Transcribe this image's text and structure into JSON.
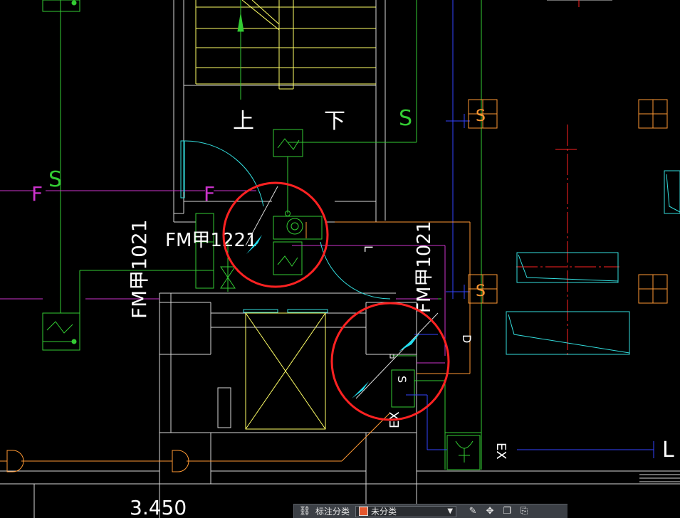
{
  "drawing": {
    "door_left_label": "FM甲1021",
    "door_mid_label": "FM甲1221",
    "door_right_label": "FM甲1021",
    "stair_up": "上",
    "stair_down": "下",
    "elevation": "3.450",
    "pipe_s": "S",
    "pipe_f": "F",
    "pipe_d": "D",
    "pipe_ex": "EX",
    "pipe_l": "L",
    "corner_mark": "L"
  },
  "toolbar": {
    "category_label": "标注分类",
    "category_value": "未分类",
    "swatch_color": "#e4572e"
  },
  "colors": {
    "background": "#000000",
    "wall": "#ffffff",
    "stair": "#ffff66",
    "pipe_green": "#33cc33",
    "pipe_magenta": "#cc33cc",
    "pipe_blue": "#3344ff",
    "orange": "#ff9933",
    "red_axis": "#ff2222",
    "cyan": "#33dddd",
    "highlight_circle": "#ff2222"
  }
}
